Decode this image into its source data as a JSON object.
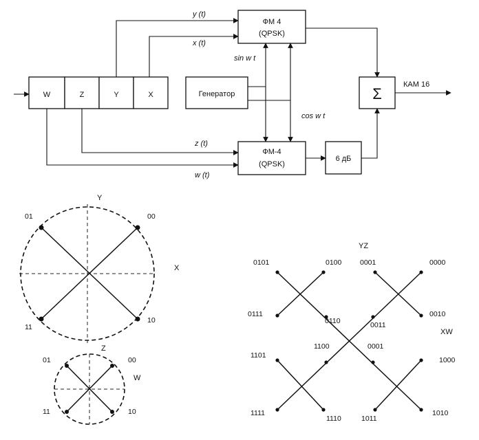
{
  "block_diagram": {
    "register_cells": [
      "W",
      "Z",
      "Y",
      "X"
    ],
    "modulator_top": {
      "line1": "ФМ 4",
      "line2": "(QPSK)"
    },
    "modulator_bottom": {
      "line1": "ФМ-4",
      "line2": "(QPSK)"
    },
    "generator": "Генератор",
    "attenuator": "6 дБ",
    "summer": "Σ",
    "output": "КАМ 16",
    "signals": {
      "y": "y (t)",
      "x": "x (t)",
      "z": "z (t)",
      "w": "w (t)",
      "sin": "sin w t",
      "cos": "cos w t"
    }
  },
  "constellation_large": {
    "axis_v": "Y",
    "axis_h": "X",
    "points": [
      "01",
      "00",
      "11",
      "10"
    ]
  },
  "constellation_small": {
    "axis_v": "Z",
    "axis_h": "W",
    "points": [
      "01",
      "00",
      "11",
      "10"
    ]
  },
  "constellation_16": {
    "axis_v": "YZ",
    "axis_h": "XW",
    "points": [
      "0101",
      "0100",
      "0001",
      "0000",
      "0111",
      "0110",
      "0011",
      "0010",
      "1100",
      "0001",
      "1101",
      "1000",
      "1111",
      "1110",
      "1011",
      "1010"
    ]
  }
}
